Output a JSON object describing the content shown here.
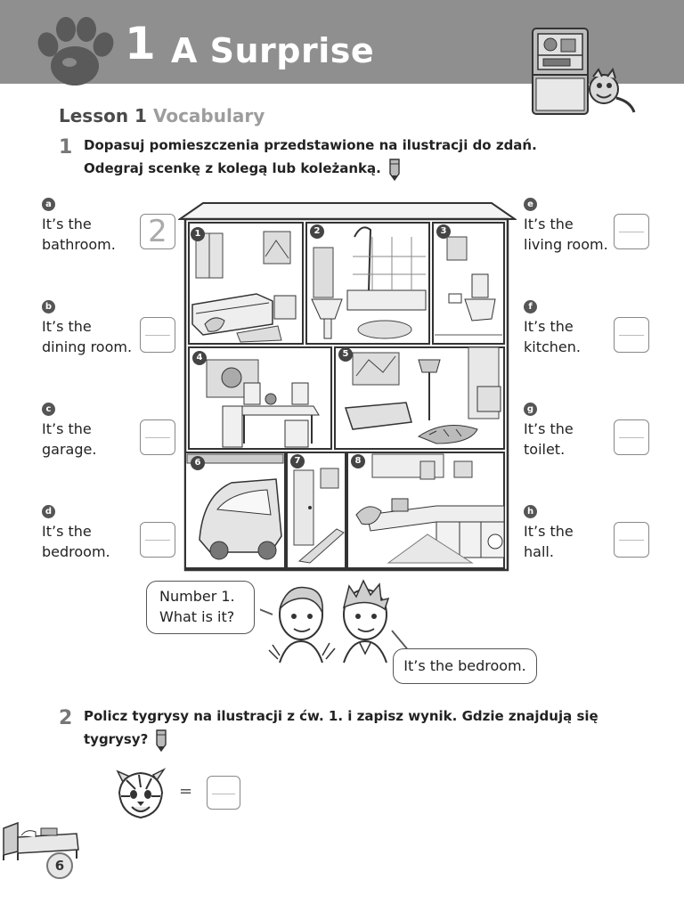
{
  "header": {
    "unit_number": "1",
    "unit_title": "A Surprise"
  },
  "lesson": {
    "number_label": "Lesson 1",
    "topic": "Vocabulary"
  },
  "exercise1": {
    "number": "1",
    "instruction_line1": "Dopasuj pomieszczenia przedstawione na ilustracji do zdań.",
    "instruction_line2": "Odegraj scenkę z kolegą lub koleżanką."
  },
  "options": [
    {
      "letter": "a",
      "line1": "It’s the",
      "line2": "bathroom.",
      "answer": "2"
    },
    {
      "letter": "b",
      "line1": "It’s the",
      "line2": "dining room.",
      "answer": ""
    },
    {
      "letter": "c",
      "line1": "It’s the",
      "line2": "garage.",
      "answer": ""
    },
    {
      "letter": "d",
      "line1": "It’s the",
      "line2": "bedroom.",
      "answer": ""
    },
    {
      "letter": "e",
      "line1": "It’s the",
      "line2": "living room.",
      "answer": ""
    },
    {
      "letter": "f",
      "line1": "It’s the",
      "line2": "kitchen.",
      "answer": ""
    },
    {
      "letter": "g",
      "line1": "It’s the",
      "line2": "toilet.",
      "answer": ""
    },
    {
      "letter": "h",
      "line1": "It’s the",
      "line2": "hall.",
      "answer": ""
    }
  ],
  "rooms": [
    "1",
    "2",
    "3",
    "4",
    "5",
    "6",
    "7",
    "8"
  ],
  "dialogue": {
    "bubble1_line1": "Number 1.",
    "bubble1_line2": "What is it?",
    "bubble2": "It’s the bedroom."
  },
  "exercise2": {
    "number": "2",
    "instruction_line1": "Policz tygrysy na ilustracji z ćw. 1. i zapisz wynik. Gdzie znajdują się",
    "instruction_line2": "tygrysy?",
    "equals": "=",
    "answer": ""
  },
  "footer": {
    "page_number": "6"
  },
  "colors": {
    "header_band": "#8f8f8f",
    "lesson_topic": "#9d9d9d",
    "badge": "#555555"
  },
  "icons": [
    "paw-icon",
    "fridge-icon",
    "pencil-icon",
    "tiger-head-icon",
    "bed-icon"
  ]
}
